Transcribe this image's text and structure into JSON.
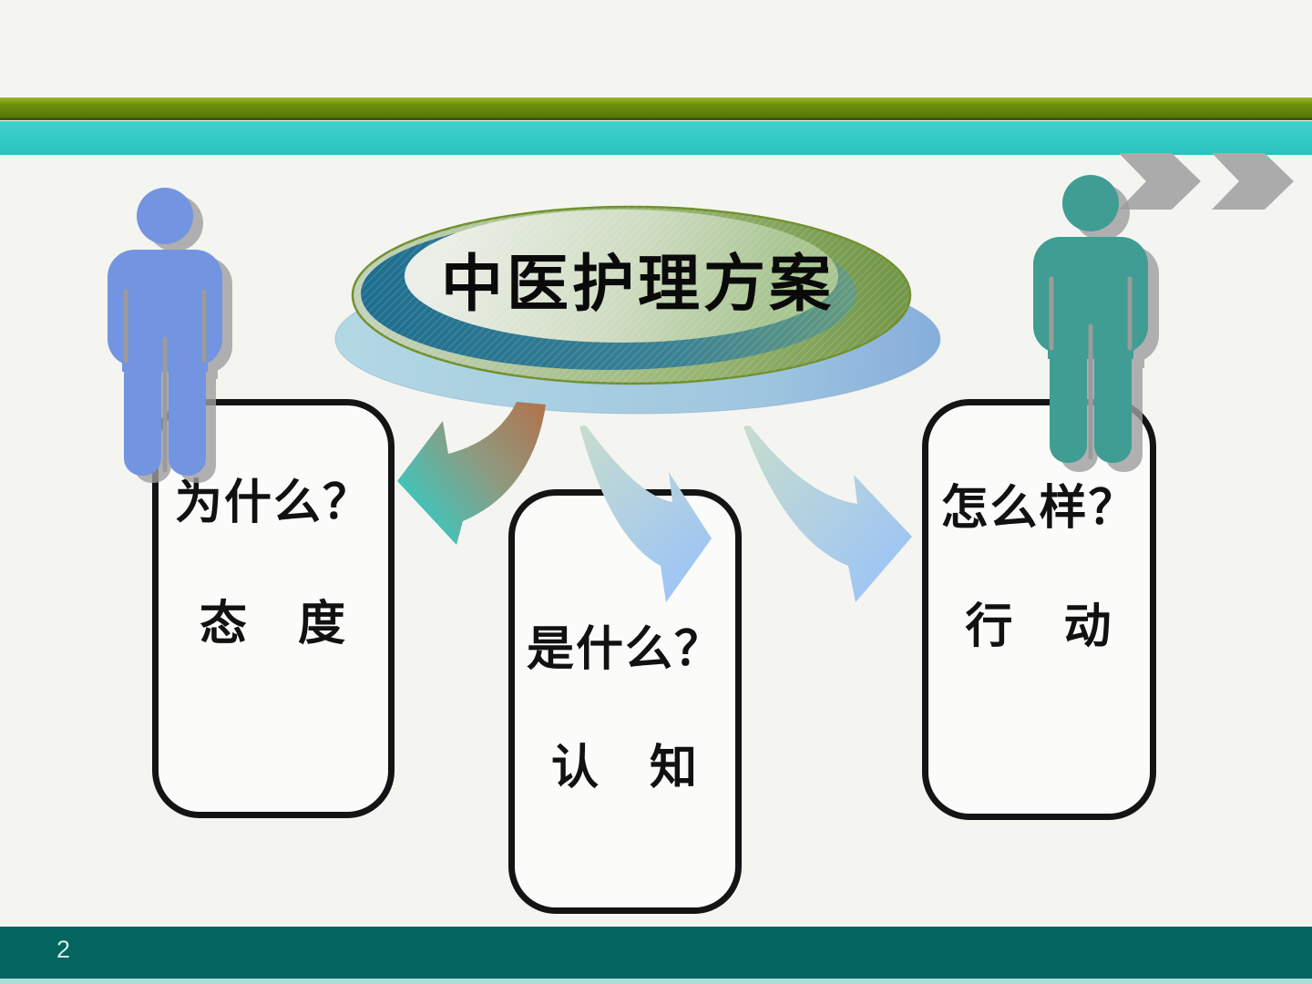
{
  "slide": {
    "page_number": "2",
    "background": "#F4F5F1"
  },
  "title": {
    "text": "中医护理方案"
  },
  "boxes": [
    {
      "id": "why",
      "question": "为什么？",
      "answer": "态　度"
    },
    {
      "id": "what",
      "question": "是什么？",
      "answer": "认　知"
    },
    {
      "id": "how",
      "question": "怎么样？",
      "answer": "行　动"
    }
  ],
  "icons": {
    "left_figure": "person-silhouette-icon",
    "right_figure": "person-silhouette-icon",
    "top_right": "double-chevron-right-icon",
    "connector_left": "curved-arrow-left-icon",
    "connector_middle": "curved-arrow-down-right-icon",
    "connector_right": "curved-arrow-right-icon"
  },
  "colors": {
    "top_bar_olive": "#6E900C",
    "top_bar_teal": "#31C9C5",
    "footer_bar": "#04645E",
    "footer_strip": "#ABDCD8",
    "person_left_blue": "#7294E1",
    "person_right_teal": "#3F9D93",
    "shadow_gray": "#9E9EA0",
    "chevron_gray": "#ACABAB",
    "box_border": "#141414",
    "arrow_left_tail_brown": "#B0714B",
    "arrow_left_head_teal": "#3EC6BC",
    "arrow_blue_tail": "#C6DCCE",
    "arrow_blue_head": "#9FC6F3",
    "disc_green_dark": "#7A9E4E",
    "disc_green_light": "#C2D2B8",
    "ring_teal": "#2A7C96",
    "back_ellipse_blue": "#9FC6DF",
    "title_color": "#0A0A0A"
  }
}
